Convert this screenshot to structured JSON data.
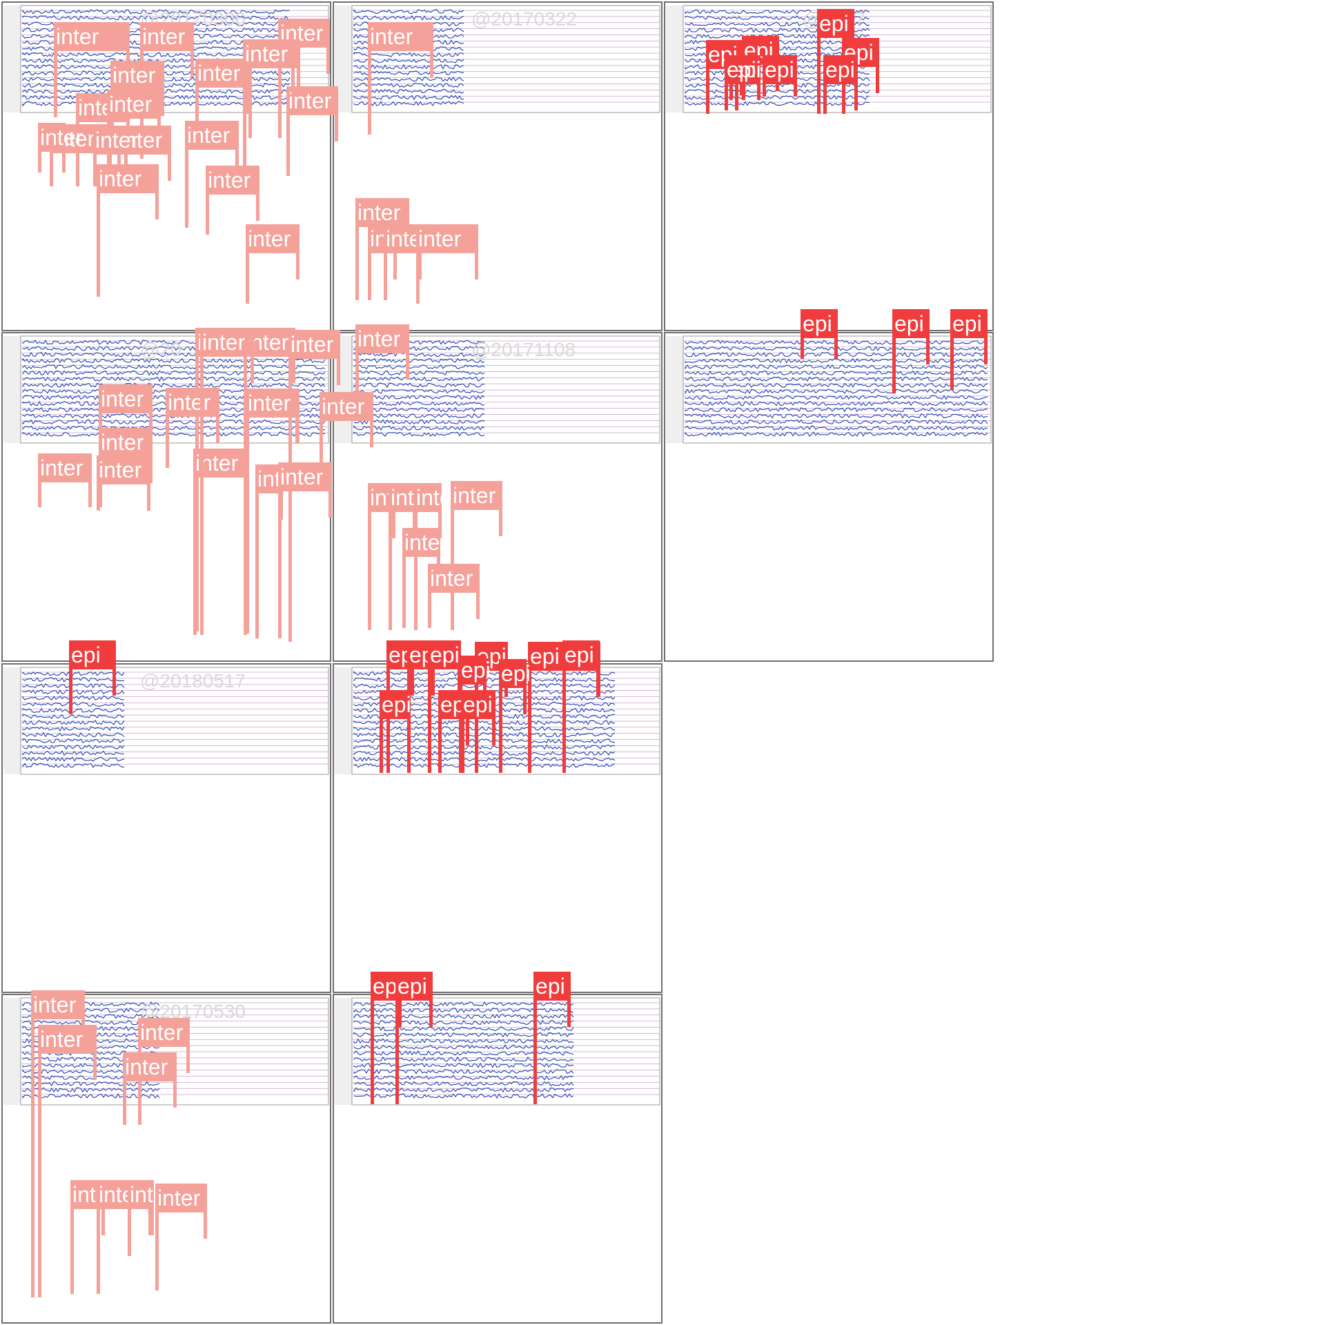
{
  "colors": {
    "inter": "#f4a19a",
    "epi": "#f03c3c",
    "trace": "#1a3fb0",
    "frame": "#6e6e6e"
  },
  "panels": [
    {
      "id": "r1c1",
      "watermark": "@20170306",
      "labels": [
        {
          "t": "inter"
        },
        {
          "t": "inter"
        },
        {
          "t": "inter"
        },
        {
          "t": "inter"
        },
        {
          "t": "inter"
        },
        {
          "t": "inter"
        },
        {
          "t": "inter"
        },
        {
          "t": "inter"
        },
        {
          "t": "inter"
        },
        {
          "t": "inter"
        },
        {
          "t": "inter"
        },
        {
          "t": "inter"
        },
        {
          "t": "inter"
        },
        {
          "t": "inter"
        },
        {
          "t": "inter"
        },
        {
          "t": "inter"
        },
        {
          "t": "inter"
        },
        {
          "t": "inter"
        }
      ]
    },
    {
      "id": "r1c2",
      "watermark": "@20170322",
      "labels": [
        {
          "t": "inter"
        },
        {
          "t": "inter"
        },
        {
          "t": "inter"
        },
        {
          "t": "inter"
        },
        {
          "t": "inter"
        }
      ]
    },
    {
      "id": "r1c3",
      "watermark": "@2017",
      "labels": [
        {
          "t": "epi"
        },
        {
          "t": "epi"
        },
        {
          "t": "epi"
        },
        {
          "t": "epi"
        },
        {
          "t": "epi"
        },
        {
          "t": "epi"
        },
        {
          "t": "epi"
        },
        {
          "t": "epi"
        }
      ]
    },
    {
      "id": "r2c1",
      "watermark": "@20",
      "labels": [
        {
          "t": "inter"
        },
        {
          "t": "inter"
        },
        {
          "t": "inter"
        },
        {
          "t": "inter"
        },
        {
          "t": "inter"
        },
        {
          "t": "inter"
        },
        {
          "t": "inter"
        },
        {
          "t": "inter"
        },
        {
          "t": "inter"
        },
        {
          "t": "inter"
        },
        {
          "t": "inter"
        },
        {
          "t": "inter"
        },
        {
          "t": "inter"
        },
        {
          "t": "inter"
        },
        {
          "t": "inter"
        }
      ]
    },
    {
      "id": "r2c2",
      "watermark": "@20171108",
      "labels": [
        {
          "t": "inter"
        },
        {
          "t": "inter"
        },
        {
          "t": "inter"
        },
        {
          "t": "inter"
        },
        {
          "t": "inter"
        },
        {
          "t": "inter"
        },
        {
          "t": "inter"
        }
      ]
    },
    {
      "id": "r2c3",
      "watermark": "",
      "labels": [
        {
          "t": "epi"
        },
        {
          "t": "epi"
        },
        {
          "t": "epi"
        }
      ]
    },
    {
      "id": "r3c1",
      "watermark": "@20180517",
      "labels": [
        {
          "t": "epi"
        }
      ]
    },
    {
      "id": "r3c2",
      "watermark": "",
      "labels": [
        {
          "t": "epi"
        },
        {
          "t": "epi"
        },
        {
          "t": "epi"
        },
        {
          "t": "epi"
        },
        {
          "t": "epi"
        },
        {
          "t": "epi"
        },
        {
          "t": "epi"
        },
        {
          "t": "epi"
        },
        {
          "t": "epi"
        },
        {
          "t": "epi"
        },
        {
          "t": "epi"
        }
      ]
    },
    {
      "id": "r4c1",
      "watermark": "@20170530",
      "labels": [
        {
          "t": "inter"
        },
        {
          "t": "inter"
        },
        {
          "t": "inter"
        },
        {
          "t": "inter"
        },
        {
          "t": "inter"
        },
        {
          "t": "inter"
        },
        {
          "t": "inter"
        },
        {
          "t": "inter"
        }
      ]
    },
    {
      "id": "r4c2",
      "watermark": "",
      "labels": [
        {
          "t": "epi"
        },
        {
          "t": "epi"
        },
        {
          "t": "epi"
        }
      ]
    }
  ]
}
